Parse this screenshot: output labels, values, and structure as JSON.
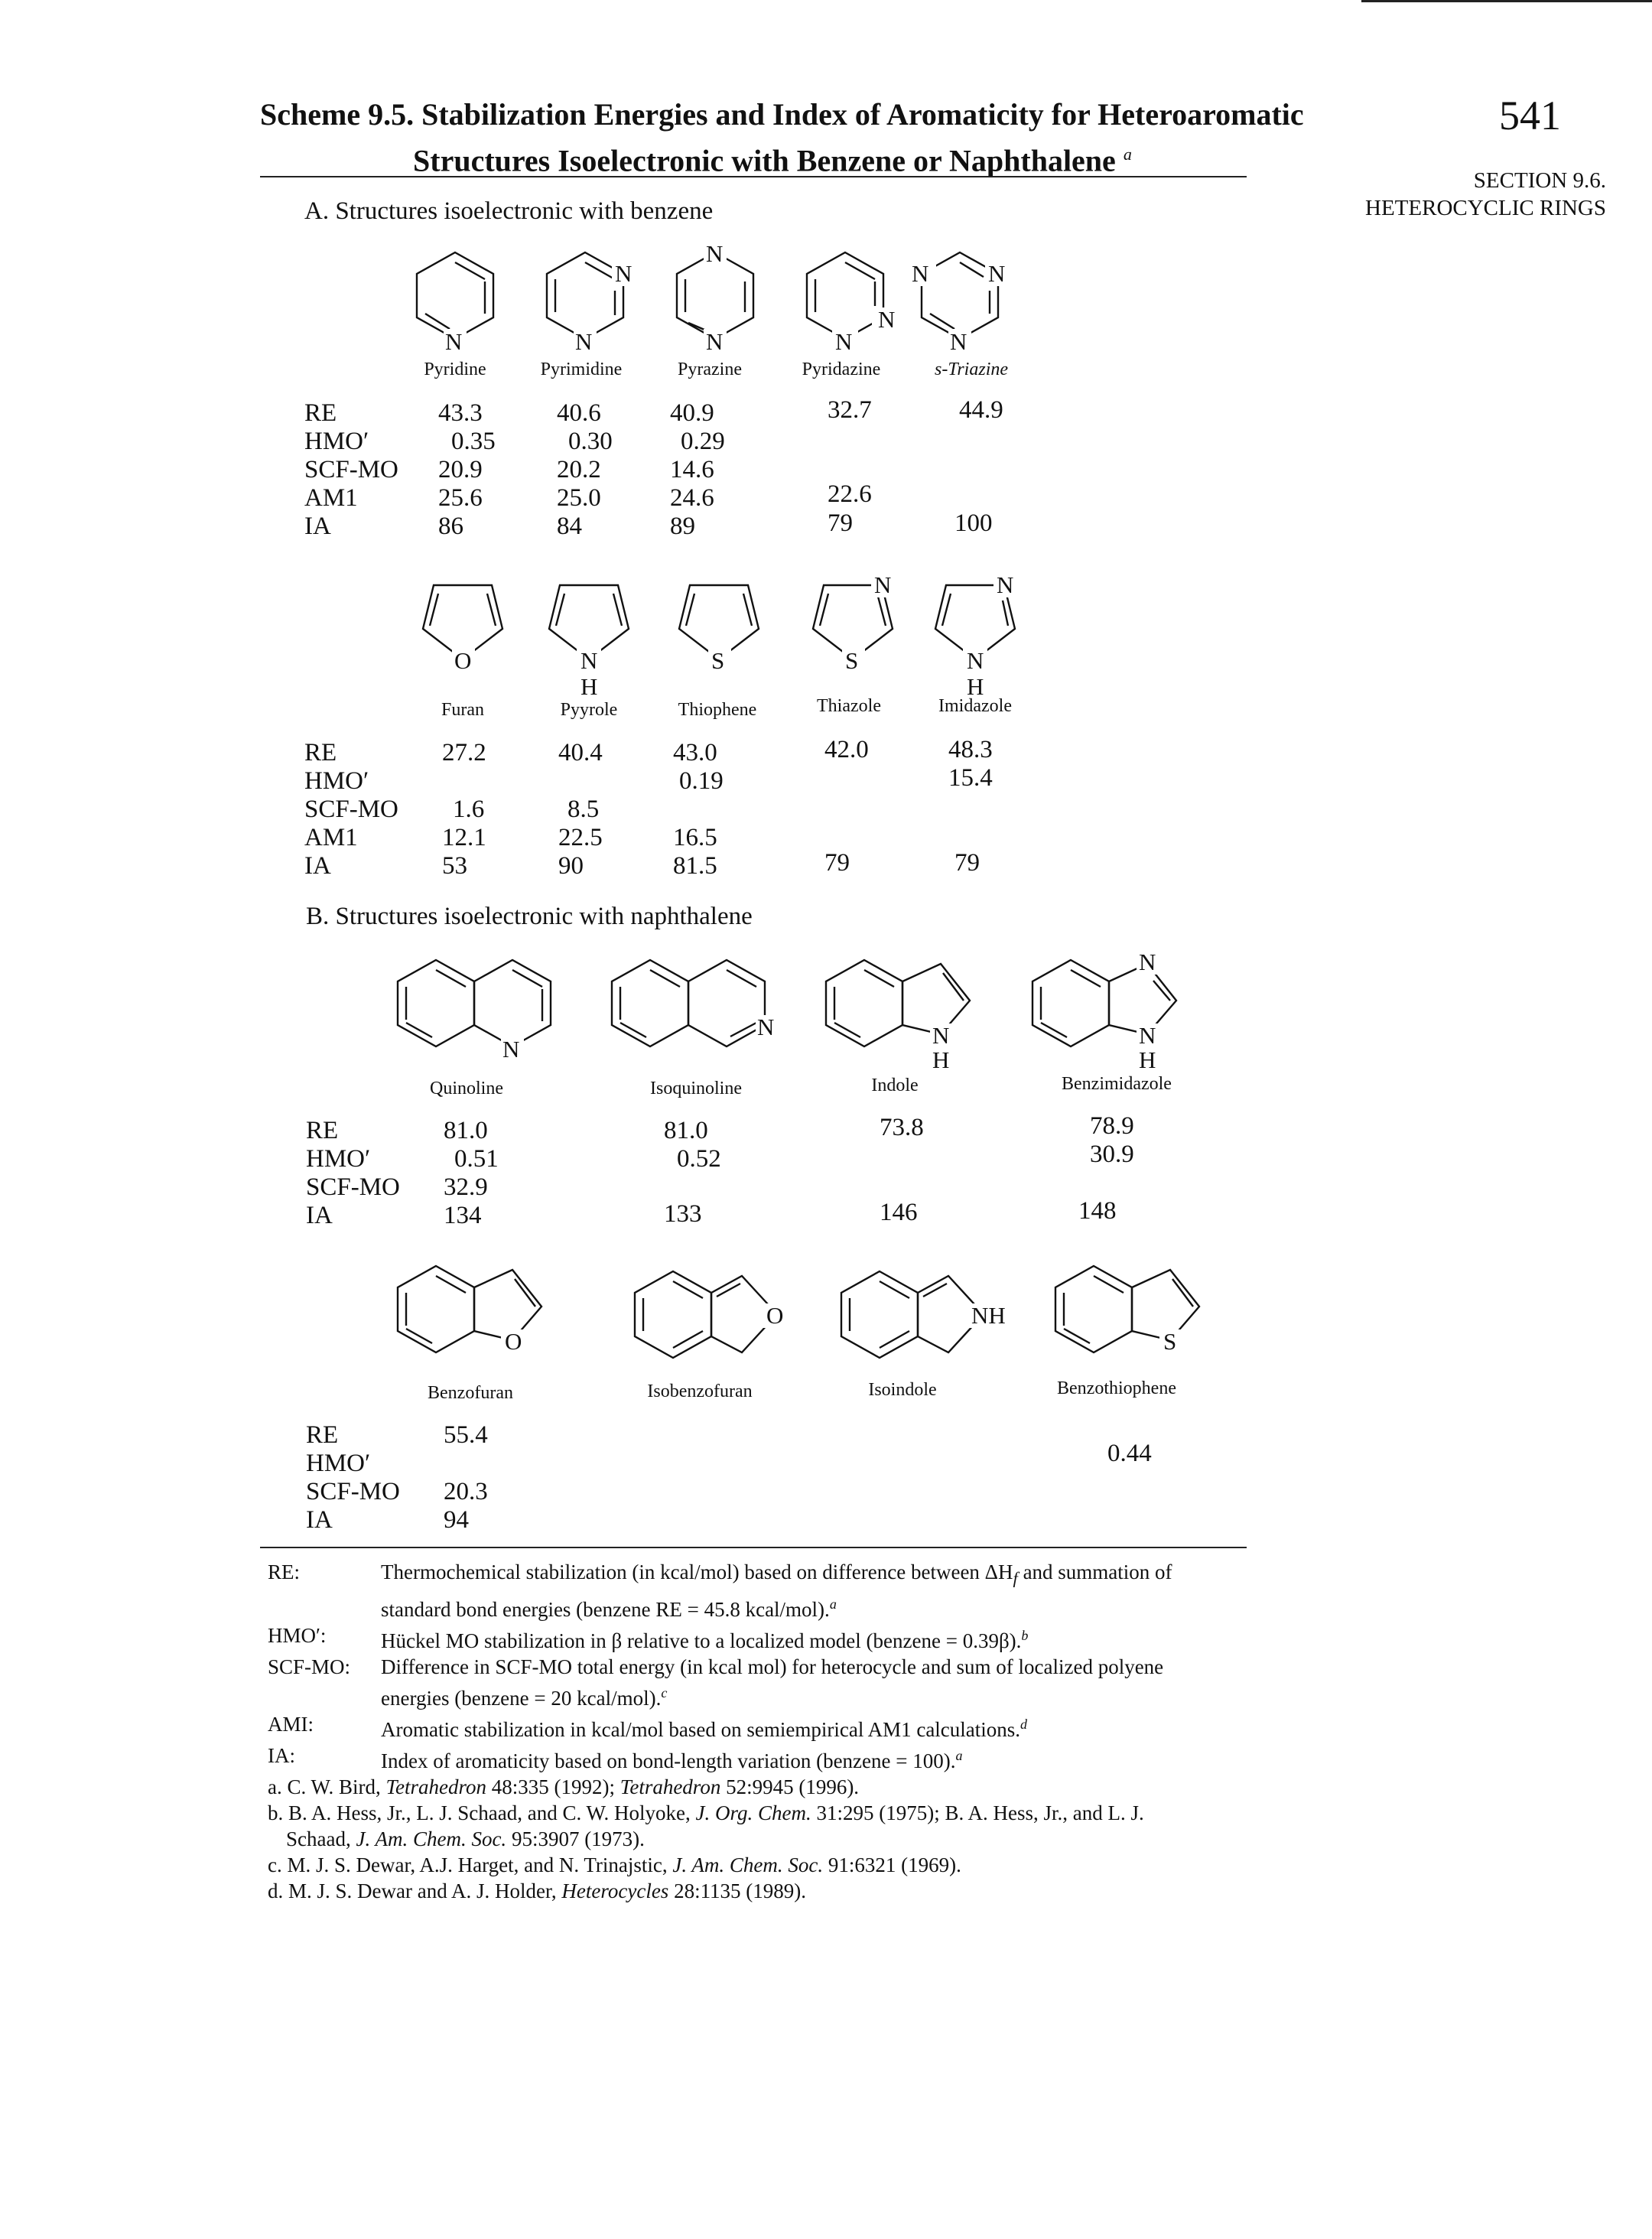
{
  "header": {
    "title_line1": "Scheme 9.5. Stabilization Energies and Index of Aromaticity for Heteroaromatic",
    "title_line2": "Structures Isoelectronic with Benzene or Naphthalene",
    "title_note": "a",
    "page_number": "541",
    "section_line1": "SECTION 9.6.",
    "section_line2": "HETEROCYCLIC RINGS"
  },
  "section_a": {
    "heading": "A. Structures isoelectronic with benzene"
  },
  "section_b": {
    "heading": "B. Structures isoelectronic with naphthalene"
  },
  "row_labels": [
    "RE",
    "HMO′",
    "SCF-MO",
    "AM1",
    "IA"
  ],
  "row_labels_short": [
    "RE",
    "HMO′",
    "SCF-MO",
    "IA"
  ],
  "group1": {
    "names": [
      "Pyridine",
      "Pyrimidine",
      "Pyrazine",
      "Pyridazine",
      "s-Triazine"
    ],
    "values": {
      "RE": [
        "43.3",
        "40.6",
        "40.9",
        "32.7",
        "44.9"
      ],
      "HMO": [
        "0.35",
        "0.30",
        "0.29",
        "",
        ""
      ],
      "SCF": [
        "20.9",
        "20.2",
        "14.6",
        "",
        ""
      ],
      "AM1": [
        "25.6",
        "25.0",
        "24.6",
        "22.6",
        ""
      ],
      "IA": [
        "86",
        "84",
        "89",
        "79",
        "100"
      ]
    }
  },
  "group2": {
    "names": [
      "Furan",
      "Pyyrole",
      "Thiophene",
      "Thiazole",
      "Imidazole"
    ],
    "values": {
      "RE": [
        "27.2",
        "40.4",
        "43.0",
        "42.0",
        "48.3"
      ],
      "HMO": [
        "",
        "",
        "0.19",
        "",
        "15.4"
      ],
      "SCF": [
        "1.6",
        "8.5",
        "",
        "",
        ""
      ],
      "AM1": [
        "12.1",
        "22.5",
        "16.5",
        "",
        ""
      ],
      "IA": [
        "53",
        "90",
        "81.5",
        "79",
        "79"
      ]
    }
  },
  "group3": {
    "names": [
      "Quinoline",
      "Isoquinoline",
      "Indole",
      "Benzimidazole"
    ],
    "values": {
      "RE": [
        "81.0",
        "81.0",
        "73.8",
        "78.9"
      ],
      "HMO": [
        "0.51",
        "0.52",
        "",
        "30.9"
      ],
      "SCF": [
        "32.9",
        "",
        "",
        ""
      ],
      "IA": [
        "134",
        "133",
        "146",
        "148"
      ]
    }
  },
  "group4": {
    "names": [
      "Benzofuran",
      "Isobenzofuran",
      "Isoindole",
      "Benzothiophene"
    ],
    "values": {
      "RE": [
        "55.4",
        "",
        "",
        ""
      ],
      "HMO": [
        "",
        "",
        "",
        "0.44"
      ],
      "SCF": [
        "20.3",
        "",
        "",
        ""
      ],
      "IA": [
        "94",
        "",
        "",
        ""
      ]
    }
  },
  "atoms": {
    "N": "N",
    "H": "H",
    "O": "O",
    "S": "S",
    "NH": "NH"
  },
  "footnotes": [
    {
      "key": "RE:",
      "text": "Thermochemical stabilization (in kcal/mol) based on difference between ΔH",
      "sub": "f",
      "text2": " and summation of",
      "cont": "standard bond energies (benzene RE = 45.8 kcal/mol).",
      "sup": "a"
    },
    {
      "key": "HMO′:",
      "text": "Hückel MO stabilization in β relative to a localized model (benzene = 0.39β).",
      "sup": "b"
    },
    {
      "key": "SCF-MO:",
      "text": "Difference in SCF-MO total energy (in kcal mol) for heterocycle and sum of localized polyene",
      "cont": "energies (benzene = 20 kcal/mol).",
      "sup": "c"
    },
    {
      "key": "AMI:",
      "text": "Aromatic stabilization in kcal/mol based on semiempirical AM1 calculations.",
      "sup": "d"
    },
    {
      "key": "IA:",
      "text": "Index of aromaticity based on bond-length variation (benzene = 100).",
      "sup": "a"
    }
  ],
  "references": [
    {
      "lead": "a. C. W. Bird, ",
      "journal": "Tetrahedron",
      "rest": " 48:335 (1992); ",
      "journal2": "Tetrahedron",
      "rest2": " 52:9945 (1996)."
    },
    {
      "lead": "b. B. A. Hess, Jr., L. J. Schaad, and C. W. Holyoke, ",
      "journal": "J. Org. Chem.",
      "rest": " 31:295 (1975); B. A. Hess, Jr., and L. J.",
      "cont_lead": "Schaad, ",
      "cont_journal": "J. Am. Chem. Soc.",
      "cont_rest": " 95:3907 (1973)."
    },
    {
      "lead": "c. M. J. S. Dewar, A.J. Harget, and N. Trinajstic, ",
      "journal": "J. Am. Chem. Soc.",
      "rest": " 91:6321 (1969)."
    },
    {
      "lead": "d. M. J. S. Dewar and A. J. Holder, ",
      "journal": "Heterocycles",
      "rest": " 28:1135 (1989)."
    }
  ]
}
